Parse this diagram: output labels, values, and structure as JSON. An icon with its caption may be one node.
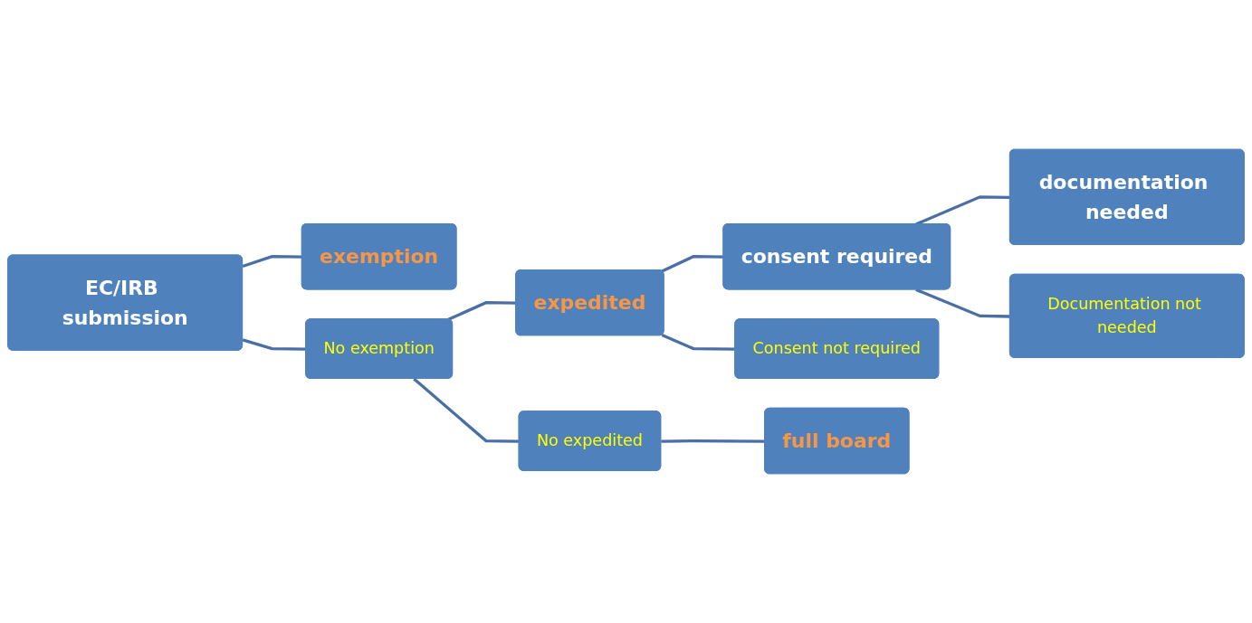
{
  "diagram": {
    "nodes": [
      {
        "text": [
          "EC/IRB submission"
        ]
      },
      {
        "text": [
          "exemption"
        ]
      },
      {
        "text": [
          "No exemption"
        ]
      },
      {
        "text": [
          "expedited"
        ]
      },
      {
        "text": [
          "No expedited"
        ]
      },
      {
        "text": [
          "consent required"
        ]
      },
      {
        "text": [
          "Consent not required"
        ]
      },
      {
        "text": [
          "documentation needed"
        ]
      },
      {
        "text": [
          "Documentation not needed"
        ]
      },
      {
        "text": [
          "full board"
        ]
      }
    ],
    "edges": [
      {
        "from": 0,
        "to": 1,
        "arrow": "none"
      },
      {
        "from": 0,
        "to": 2,
        "arrow": "none"
      },
      {
        "from": 2,
        "to": 3,
        "arrow": "none"
      },
      {
        "from": 2,
        "to": 4,
        "arrow": "none"
      },
      {
        "from": 3,
        "to": 5,
        "arrow": "none"
      },
      {
        "from": 3,
        "to": 6,
        "arrow": "none"
      },
      {
        "from": 5,
        "to": 7,
        "arrow": "none"
      },
      {
        "from": 5,
        "to": 8,
        "arrow": "none"
      },
      {
        "from": 4,
        "to": 9,
        "arrow": "none"
      }
    ]
  }
}
